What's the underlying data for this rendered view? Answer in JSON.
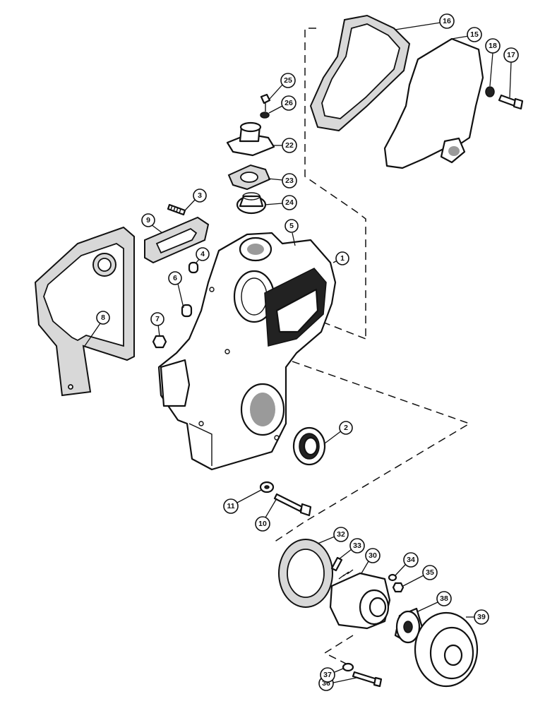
{
  "callouts": [
    "1",
    "2",
    "3",
    "4",
    "5",
    "6",
    "7",
    "8",
    "9",
    "10",
    "11",
    "15",
    "16",
    "17",
    "18",
    "22",
    "23",
    "24",
    "25",
    "26",
    "30",
    "32",
    "33",
    "34",
    "35",
    "36",
    "37",
    "38",
    "39"
  ]
}
